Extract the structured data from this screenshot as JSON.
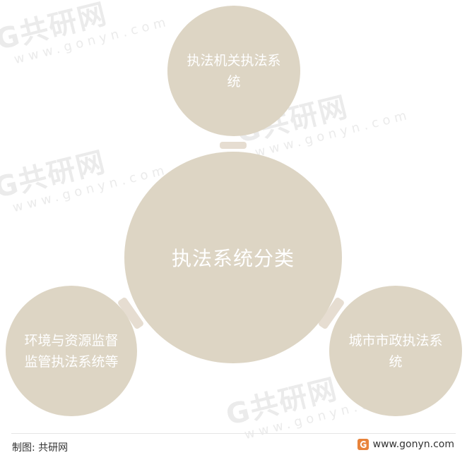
{
  "diagram": {
    "center": "执法系统分类",
    "top": "执法机关执法系统",
    "left": "环境与资源监督监管执法系统等",
    "right": "城市市政执法系统"
  },
  "footer": {
    "source": "制图: 共研网",
    "website": "www.gonyn.com"
  },
  "watermark": {
    "brand": "G共研网",
    "domain": "www.gonyn.com"
  },
  "colors": {
    "circle_fill": "#ddd5c4",
    "text": "#ffffff",
    "logo_accent": "#e8833a"
  }
}
